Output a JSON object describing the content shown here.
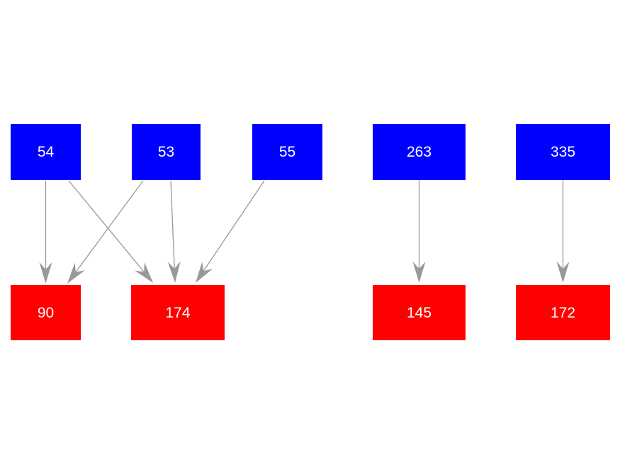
{
  "diagram": {
    "background_color": "#ffffff",
    "top_row_color": "#0000ff",
    "bottom_row_color": "#ff0000",
    "edge_color": "#999999",
    "node_text_color": "#ffffff",
    "nodes": [
      {
        "id": "54",
        "label": "54",
        "row": "top"
      },
      {
        "id": "53",
        "label": "53",
        "row": "top"
      },
      {
        "id": "55",
        "label": "55",
        "row": "top"
      },
      {
        "id": "263",
        "label": "263",
        "row": "top"
      },
      {
        "id": "335",
        "label": "335",
        "row": "top"
      },
      {
        "id": "90",
        "label": "90",
        "row": "bottom"
      },
      {
        "id": "174",
        "label": "174",
        "row": "bottom"
      },
      {
        "id": "145",
        "label": "145",
        "row": "bottom"
      },
      {
        "id": "172",
        "label": "172",
        "row": "bottom"
      }
    ],
    "edges": [
      {
        "from": "54",
        "to": "90"
      },
      {
        "from": "54",
        "to": "174"
      },
      {
        "from": "53",
        "to": "90"
      },
      {
        "from": "53",
        "to": "174"
      },
      {
        "from": "55",
        "to": "174"
      },
      {
        "from": "263",
        "to": "145"
      },
      {
        "from": "335",
        "to": "172"
      }
    ]
  }
}
